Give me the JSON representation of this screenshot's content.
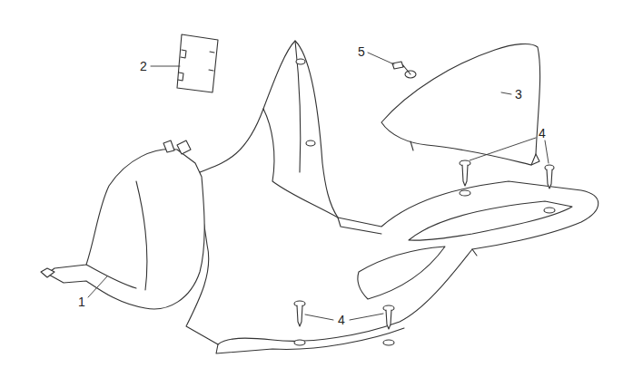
{
  "diagram": {
    "labels": [
      "2",
      "5",
      "3",
      "4",
      "1",
      "4"
    ]
  }
}
